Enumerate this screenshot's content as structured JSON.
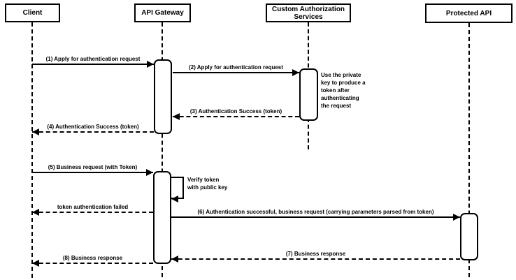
{
  "diagram": {
    "type": "sequence",
    "background_color": "#ffffff",
    "line_color": "#000000",
    "actors": [
      {
        "label": "Client"
      },
      {
        "label": "API Gateway"
      },
      {
        "label": "Custom Authorization Services"
      },
      {
        "label": "Protected API"
      }
    ],
    "messages": [
      {
        "label": "(1) Apply for authentication request",
        "from": "Client",
        "to": "API Gateway",
        "style": "solid"
      },
      {
        "label": "(2) Apply for authentication request",
        "from": "API Gateway",
        "to": "Custom Authorization Services",
        "style": "solid"
      },
      {
        "label": "(3) Authentication Success (token)",
        "from": "Custom Authorization Services",
        "to": "API Gateway",
        "style": "dashed"
      },
      {
        "label": "(4) Authentication Success (token)",
        "from": "API Gateway",
        "to": "Client",
        "style": "dashed"
      },
      {
        "label": "(5) Business request (with Token)",
        "from": "Client",
        "to": "API Gateway",
        "style": "solid"
      },
      {
        "label": "token authentication failed",
        "from": "API Gateway",
        "to": "Client",
        "style": "dashed"
      },
      {
        "label": "(6) Authentication successful, business request (carrying parameters parsed from token)",
        "from": "API Gateway",
        "to": "Protected API",
        "style": "solid"
      },
      {
        "label": "(7) Business response",
        "from": "Protected API",
        "to": "API Gateway",
        "style": "dashed"
      },
      {
        "label": "(8) Business response",
        "from": "API Gateway",
        "to": "Client",
        "style": "dashed"
      }
    ],
    "self_message": {
      "label": "Verify token\nwith public key",
      "actor": "API Gateway"
    },
    "notes": [
      {
        "text": "Use the private\nkey to produce a\ntoken after\nauthenticating\nthe request",
        "attached_to": "Custom Authorization Services"
      }
    ]
  }
}
